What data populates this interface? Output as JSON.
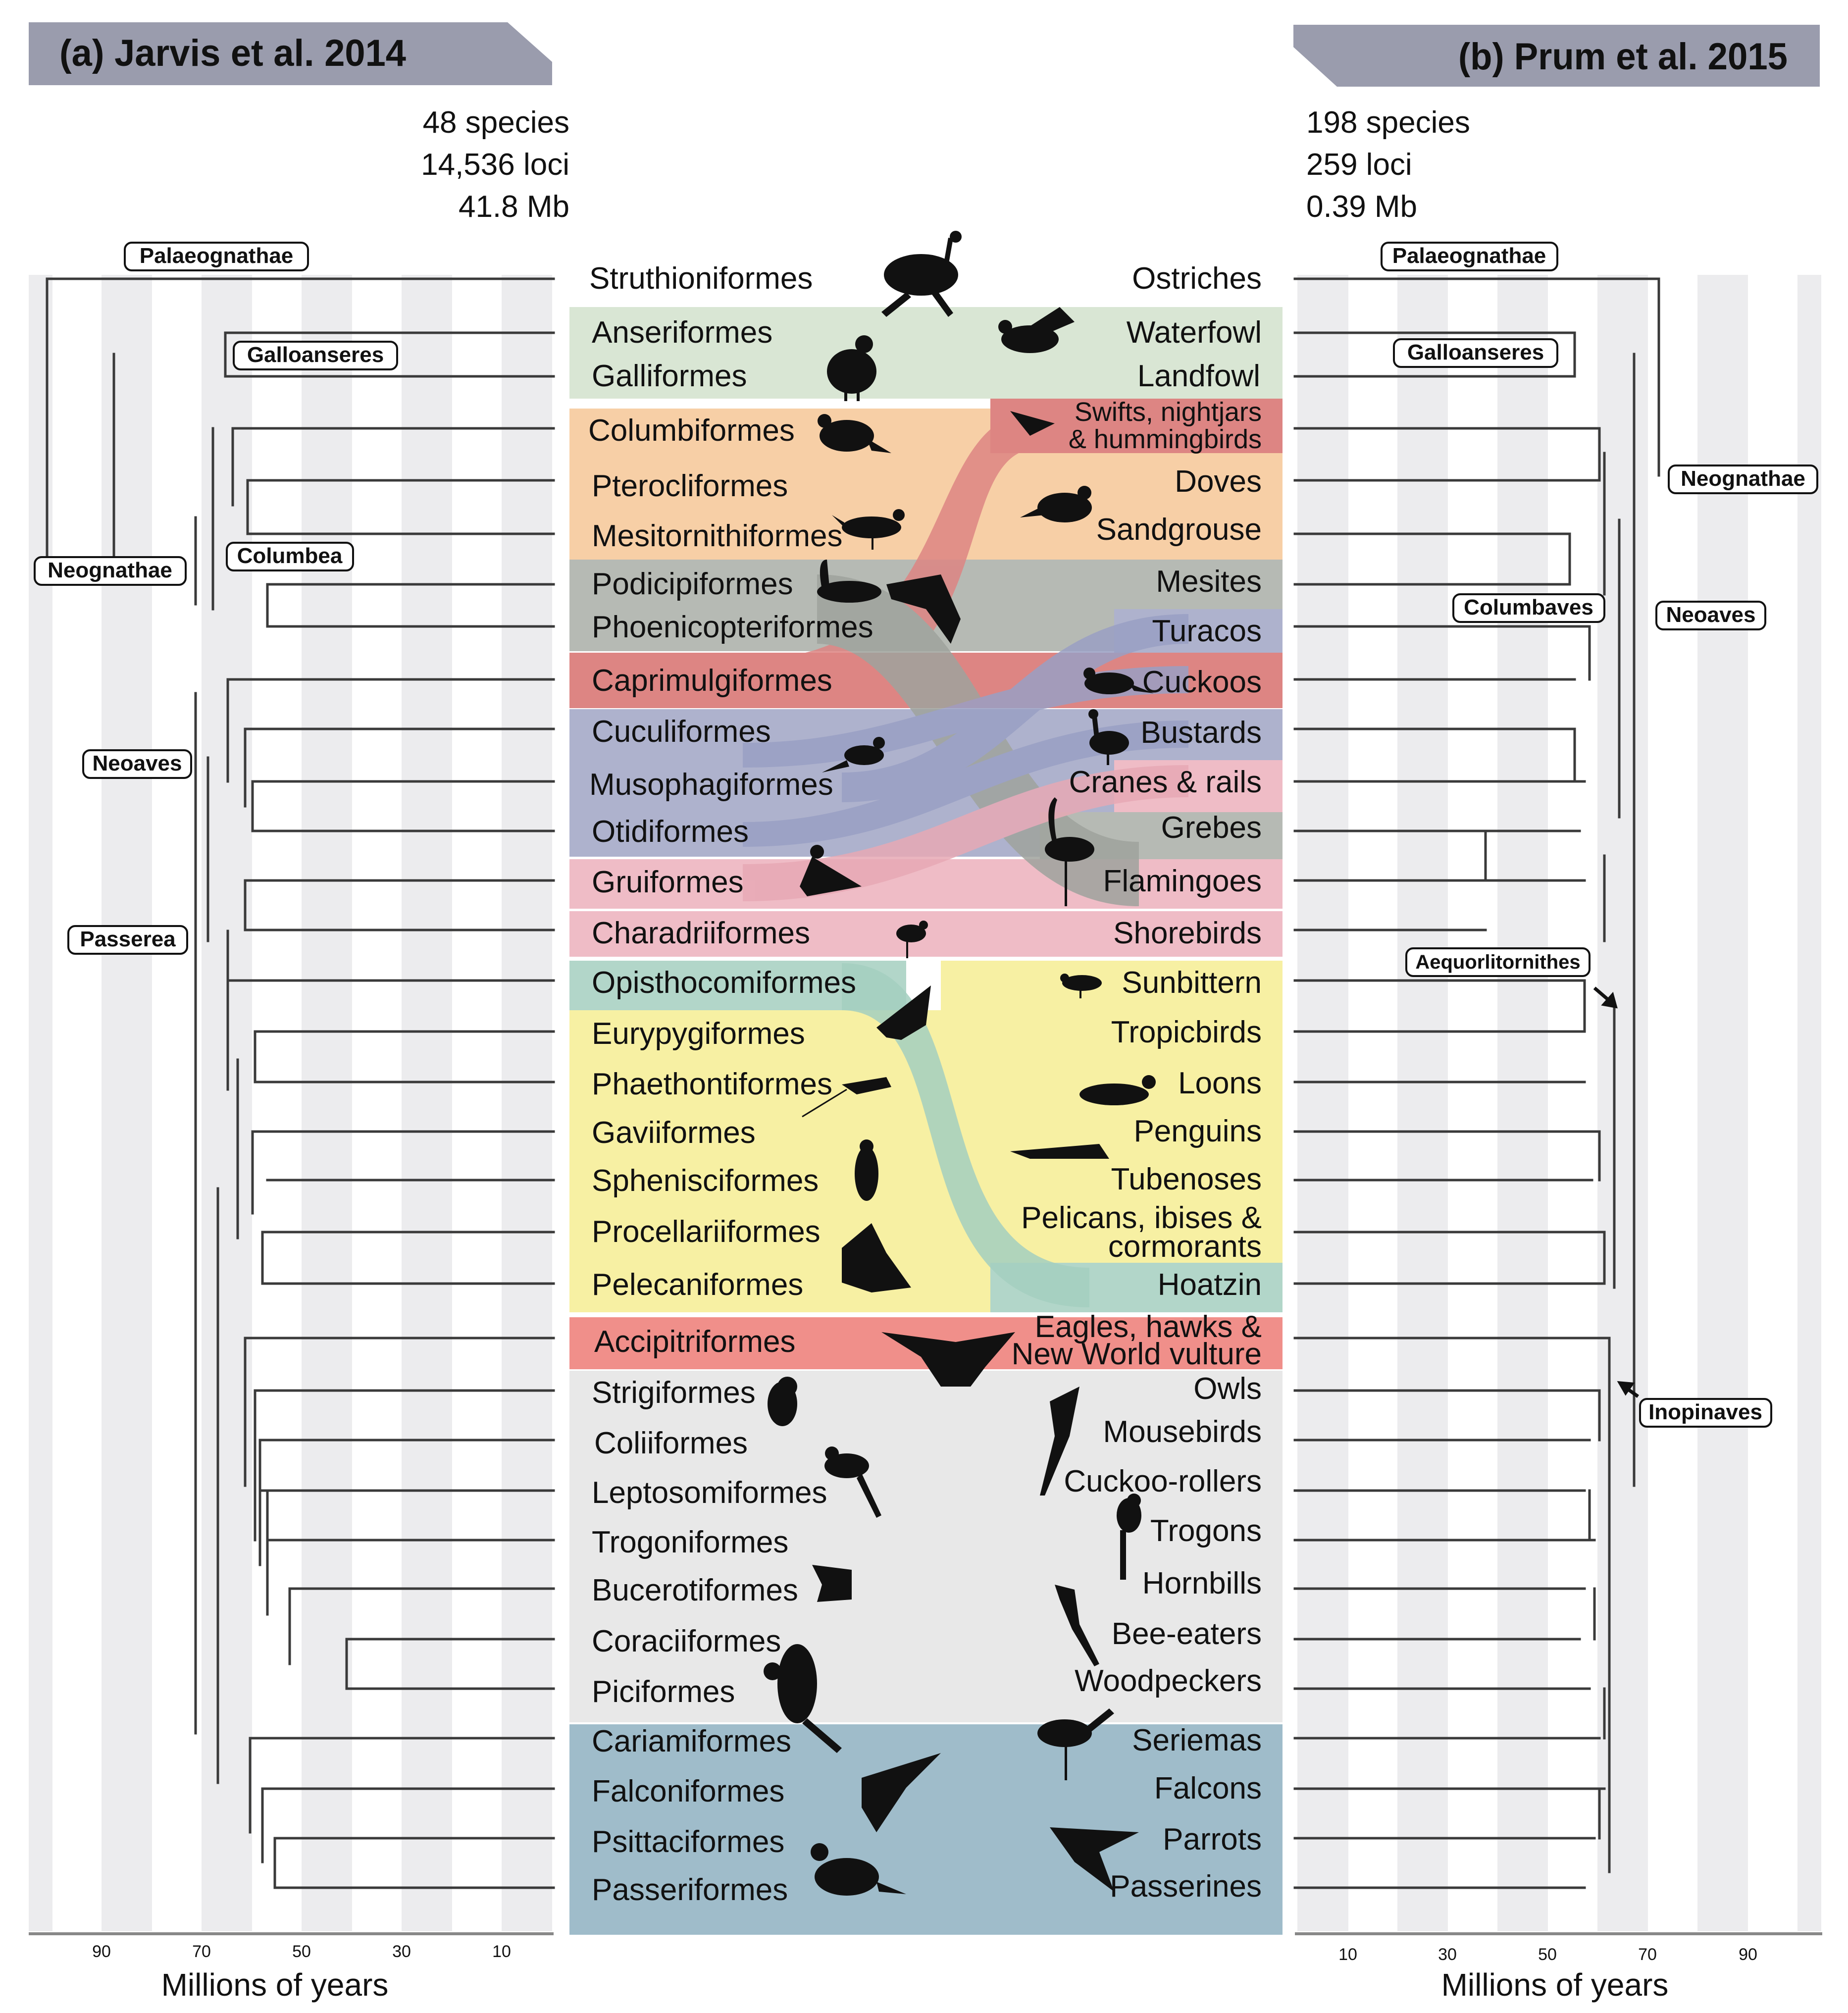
{
  "panels": {
    "left": {
      "title": "(a) Jarvis et al. 2014",
      "meta": [
        "48 species",
        "14,536 loci",
        "41.8 Mb"
      ],
      "clades": [
        "Palaeognathae",
        "Galloanseres",
        "Neognathae",
        "Columbea",
        "Neoaves",
        "Passerea"
      ],
      "axis_ticks": [
        "90",
        "70",
        "50",
        "30",
        "10"
      ],
      "axis_title": "Millions of years"
    },
    "right": {
      "title": "(b) Prum et al. 2015",
      "meta": [
        "198 species",
        "259 loci",
        "0.39 Mb"
      ],
      "clades": [
        "Palaeognathae",
        "Galloanseres",
        "Neognathae",
        "Columbaves",
        "Neoaves",
        "Aequorlitornithes",
        "Inopinaves"
      ],
      "axis_ticks": [
        "10",
        "30",
        "50",
        "70",
        "90"
      ],
      "axis_title": "Millions of years"
    }
  },
  "orders": [
    "Struthioniformes",
    "Anseriformes",
    "Galliformes",
    "Columbiformes",
    "Pterocliformes",
    "Mesitornithiformes",
    "Podicipiformes",
    "Phoenicopteriformes",
    "Caprimulgiformes",
    "Cuculiformes",
    "Musophagiformes",
    "Otidiformes",
    "Gruiformes",
    "Charadriiformes",
    "Opisthocomiformes",
    "Eurypygiformes",
    "Phaethontiformes",
    "Gaviiformes",
    "Sphenisciformes",
    "Procellariiformes",
    "Pelecaniformes",
    "Accipitriformes",
    "Strigiformes",
    "Coliiformes",
    "Leptosomiformes",
    "Trogoniformes",
    "Bucerotiformes",
    "Coraciiformes",
    "Piciformes",
    "Cariamiformes",
    "Falconiformes",
    "Psittaciformes",
    "Passeriformes"
  ],
  "common_names": [
    [
      "Ostriches"
    ],
    [
      "Waterfowl"
    ],
    [
      "Landfowl"
    ],
    [
      "Swifts, nightjars",
      "& hummingbirds"
    ],
    [
      "Doves"
    ],
    [
      "Sandgrouse"
    ],
    [
      "Mesites"
    ],
    [
      "Turacos"
    ],
    [
      "Cuckoos"
    ],
    [
      "Bustards"
    ],
    [
      "Cranes & rails"
    ],
    [
      "Grebes"
    ],
    [
      "Flamingoes"
    ],
    [
      "Shorebirds"
    ],
    [
      "Sunbittern"
    ],
    [
      "Tropicbirds"
    ],
    [
      "Loons"
    ],
    [
      "Penguins"
    ],
    [
      "Tubenoses"
    ],
    [
      "Pelicans, ibises &",
      "cormorants"
    ],
    [
      "Hoatzin"
    ],
    [
      "Eagles, hawks &",
      "New World vulture"
    ],
    [
      "Owls"
    ],
    [
      "Mousebirds"
    ],
    [
      "Cuckoo-rollers"
    ],
    [
      "Trogons"
    ],
    [
      "Hornbills"
    ],
    [
      "Bee-eaters"
    ],
    [
      "Woodpeckers"
    ],
    [
      "Seriemas"
    ],
    [
      "Falcons"
    ],
    [
      "Parrots"
    ],
    [
      "Passerines"
    ]
  ],
  "colors": {
    "banner": "#9a9cad",
    "green": "#d9e6d4",
    "orange": "#f7cfa6",
    "gray": "#b6bab4",
    "red": "#dd8583",
    "lavender": "#aeb2cd",
    "pink": "#efbcc6",
    "teal": "#b2d6c9",
    "yellow": "#f7f0a3",
    "coral": "#f08f8a",
    "lightgray": "#e8e8e8",
    "blue": "#9fbcca",
    "grid_stripe": "#ececee",
    "branch": "#3a3a3a"
  }
}
